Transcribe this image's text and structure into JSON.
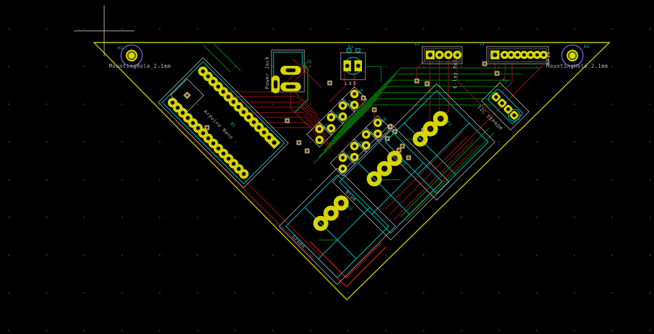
{
  "board": {
    "mounting_holes": [
      {
        "ref": "H1",
        "label": "MountingHole_2.1mm"
      },
      {
        "ref": "H2",
        "label": "MountingHole_2.1mm"
      }
    ],
    "components": {
      "arduino": {
        "ref": "A1",
        "label": "Arduino Nano"
      },
      "power_jack": {
        "ref": "J1",
        "label": "Power Jack"
      },
      "led": {
        "ref": "D1",
        "label": "LED"
      },
      "relay_header": {
        "ref": "J2",
        "label": "E-lay Relay"
      },
      "rfid_header": {
        "ref": "J3",
        "label": "RFID"
      },
      "i2c_module": {
        "ref": "U1",
        "label": "I2C EEPROM"
      },
      "relays": [
        {
          "ref": "K1",
          "label": "Red"
        },
        {
          "ref": "K2",
          "label": "Blue"
        },
        {
          "ref": "K3",
          "label": "Green"
        }
      ],
      "resistors": [
        "R1",
        "R2",
        "R3",
        "R4",
        "R5",
        "R6",
        "R7",
        "R8"
      ]
    },
    "colors": {
      "background": "#000000",
      "grid_dot": "#333333",
      "board_edge": "#c8c800",
      "copper_front": "#9c1414",
      "copper_back": "#008a00",
      "pad": "#d6d600",
      "silkscreen": "#b8b8b8",
      "fab": "#00a8a8",
      "reference": "#00c2c2",
      "courtyard": "#d2d2d2",
      "via": "#c0a060",
      "mounting_ring": "#7b68ee",
      "crosshair": "#b4b4b4"
    }
  }
}
